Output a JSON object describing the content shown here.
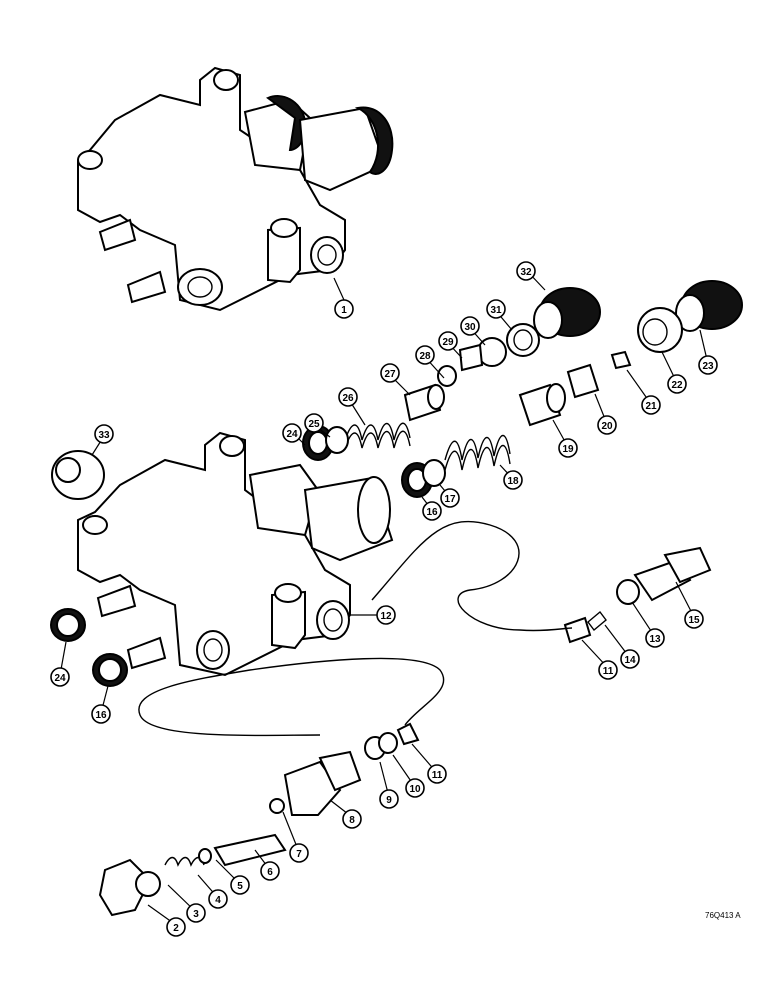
{
  "diagram": {
    "drawing_code": "76Q413 A",
    "callouts": [
      {
        "id": "c1",
        "label": "1"
      },
      {
        "id": "c2",
        "label": "2"
      },
      {
        "id": "c3",
        "label": "3"
      },
      {
        "id": "c4",
        "label": "4"
      },
      {
        "id": "c5",
        "label": "5"
      },
      {
        "id": "c6",
        "label": "6"
      },
      {
        "id": "c7",
        "label": "7"
      },
      {
        "id": "c8",
        "label": "8"
      },
      {
        "id": "c9",
        "label": "9"
      },
      {
        "id": "c10",
        "label": "10"
      },
      {
        "id": "c11a",
        "label": "11"
      },
      {
        "id": "c11b",
        "label": "11"
      },
      {
        "id": "c12",
        "label": "12"
      },
      {
        "id": "c13",
        "label": "13"
      },
      {
        "id": "c14",
        "label": "14"
      },
      {
        "id": "c15",
        "label": "15"
      },
      {
        "id": "c16a",
        "label": "16"
      },
      {
        "id": "c16b",
        "label": "16"
      },
      {
        "id": "c17",
        "label": "17"
      },
      {
        "id": "c18",
        "label": "18"
      },
      {
        "id": "c19",
        "label": "19"
      },
      {
        "id": "c20",
        "label": "20"
      },
      {
        "id": "c21",
        "label": "21"
      },
      {
        "id": "c22",
        "label": "22"
      },
      {
        "id": "c23",
        "label": "23"
      },
      {
        "id": "c24a",
        "label": "24"
      },
      {
        "id": "c24b",
        "label": "24"
      },
      {
        "id": "c25",
        "label": "25"
      },
      {
        "id": "c26",
        "label": "26"
      },
      {
        "id": "c27",
        "label": "27"
      },
      {
        "id": "c28",
        "label": "28"
      },
      {
        "id": "c29",
        "label": "29"
      },
      {
        "id": "c30",
        "label": "30"
      },
      {
        "id": "c31",
        "label": "31"
      },
      {
        "id": "c32",
        "label": "32"
      },
      {
        "id": "c33",
        "label": "33"
      }
    ]
  }
}
